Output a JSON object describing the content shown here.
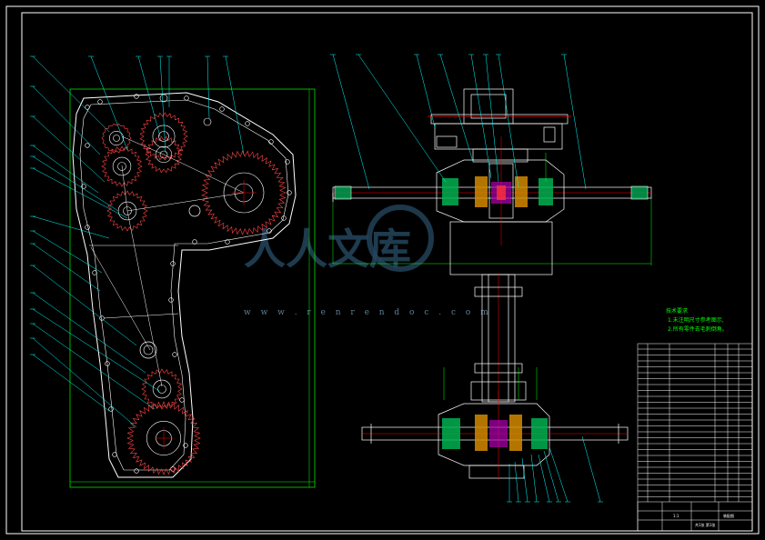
{
  "drawing": {
    "background": "#000000",
    "line_color": "#ffffff",
    "leader_color": "#00ffff",
    "dim_color": "#00ff00",
    "gear_color": "#ff4444",
    "center_color": "#ff0000"
  },
  "watermark": {
    "text": "人人文库",
    "url": "w w w . r e n r e n d o c . c o m"
  },
  "tech_notes": {
    "heading": "技术要求",
    "lines": [
      "1.未注明尺寸参考图示,",
      "2.所有零件去毛刺倒角。"
    ]
  },
  "title_block": {
    "drawing_name": "装配图",
    "scale": "1:1",
    "sheet": "共1张 第1张"
  }
}
